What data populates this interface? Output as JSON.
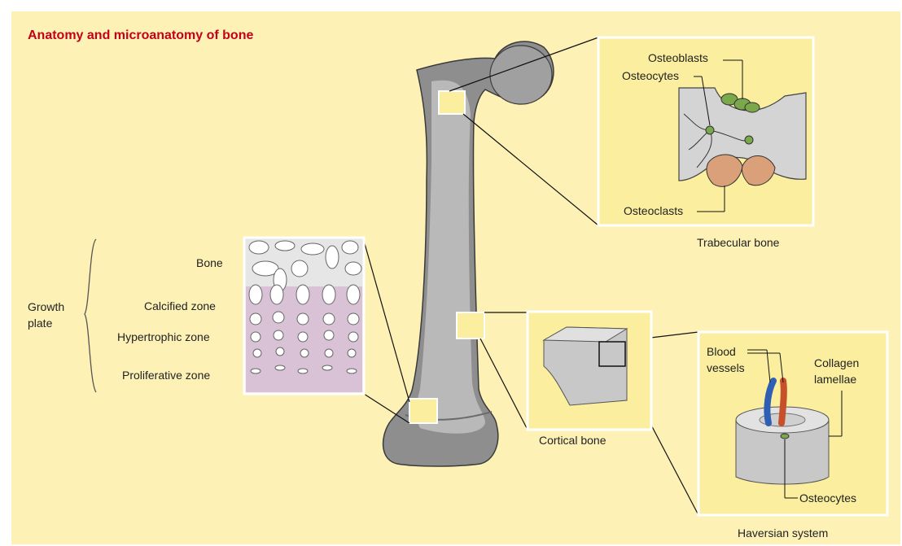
{
  "title": "Anatomy and microanatomy of bone",
  "colors": {
    "title": "#c4001a",
    "background": "#fdf1b6",
    "bone": "#8e8e8e",
    "bone_light": "#cfcfcf",
    "inset_fill": "#fbee9e",
    "osteoblast": "#7aa84a",
    "osteoclast": "#d9a07a",
    "blood_blue": "#2f5fb4",
    "blood_red": "#c6502a",
    "growth_plate": "#d9c2d6"
  },
  "labels": {
    "osteoblasts": "Osteoblasts",
    "osteocytes_trabecular": "Osteocytes",
    "osteoclasts": "Osteoclasts",
    "trabecular_bone": "Trabecular bone",
    "growth_plate": "Growth\nplate",
    "bone": "Bone",
    "calcified_zone": "Calcified zone",
    "hypertrophic_zone": "Hypertrophic zone",
    "proliferative_zone": "Proliferative zone",
    "cortical_bone": "Cortical bone",
    "blood_vessels": "Blood\nvessels",
    "collagen_lamellae": "Collagen\nlamellae",
    "osteocytes_haversian": "Osteocytes",
    "haversian_system": "Haversian system"
  }
}
